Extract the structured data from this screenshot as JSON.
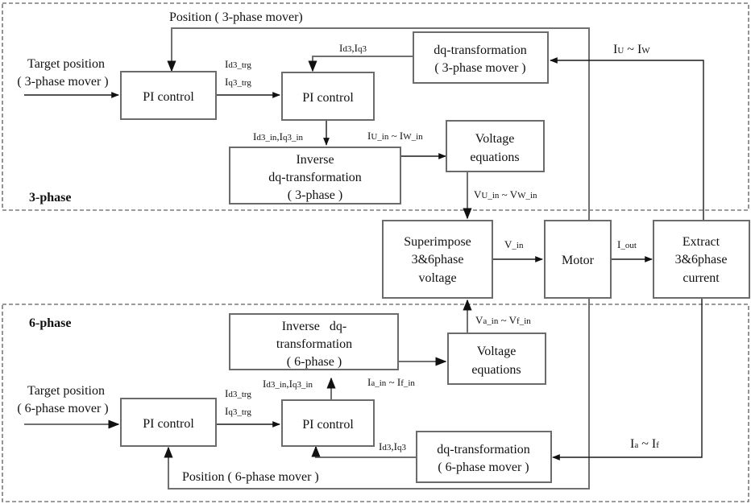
{
  "regions": {
    "three_phase": "3-phase",
    "six_phase": "6-phase"
  },
  "blocks": {
    "pi3_outer": [
      "PI control"
    ],
    "pi3_inner": [
      "PI control"
    ],
    "dq3": [
      "dq-transformation",
      "( 3-phase mover )"
    ],
    "inv_dq3": [
      "Inverse",
      "dq-transformation",
      "( 3-phase )"
    ],
    "volt3": [
      "Voltage",
      "equations"
    ],
    "superimpose": [
      "Superimpose",
      "3&6phase",
      "voltage"
    ],
    "motor": [
      "Motor"
    ],
    "extract": [
      "Extract",
      "3&6phase",
      "current"
    ],
    "inv_dq6": [
      "Inverse   dq-",
      "transformation",
      "( 6-phase )"
    ],
    "volt6": [
      "Voltage",
      "equations"
    ],
    "pi6_outer": [
      "PI control"
    ],
    "pi6_inner": [
      "PI control"
    ],
    "dq6": [
      "dq-transformation",
      "( 6-phase mover )"
    ]
  },
  "signals": {
    "pos3": "Position ( 3-phase mover)",
    "target3": [
      "Target position",
      "( 3-phase mover )"
    ],
    "id3_trg_top": {
      "main": "I",
      "sub": "d3_trg"
    },
    "iq3_trg_top": {
      "main": "I",
      "sub": "q3_trg"
    },
    "idq3_fb_top": {
      "a": "I",
      "a_sub": "d3",
      "sep": ",",
      "b": "I",
      "b_sub": "q3"
    },
    "iu_iw": {
      "a": "I",
      "a_sub": "U",
      "mid": " ~ ",
      "b": "I",
      "b_sub": "W"
    },
    "idq3_in_top": {
      "a": "I",
      "a_sub": "d3_in",
      "sep": ",",
      "b": "I",
      "b_sub": "q3_in"
    },
    "iu_iw_in": {
      "a": "I",
      "a_sub": "U_in",
      "mid": " ~ ",
      "b": "I",
      "b_sub": "W_in"
    },
    "vu_vw_in": {
      "a": "V",
      "a_sub": "U_in",
      "mid": " ~ ",
      "b": "V",
      "b_sub": "W_in"
    },
    "v_in": {
      "main": "V",
      "sub": "_in"
    },
    "i_out": {
      "main": "I",
      "sub": "_out"
    },
    "va_vf_in": {
      "a": "V",
      "a_sub": "a_in",
      "mid": " ~ ",
      "b": "V",
      "b_sub": "f_in"
    },
    "ia_if_in": {
      "a": "I",
      "a_sub": "a_in",
      "mid": " ~ ",
      "b": "I",
      "b_sub": "f_in"
    },
    "idq3_in_bot": {
      "a": "I",
      "a_sub": "d3_in",
      "sep": ",",
      "b": "I",
      "b_sub": "q3_in"
    },
    "target6": [
      "Target position",
      "( 6-phase mover )"
    ],
    "id3_trg_bot": {
      "main": "I",
      "sub": "d3_trg"
    },
    "iq3_trg_bot": {
      "main": "I",
      "sub": "q3_trg"
    },
    "idq3_fb_bot": {
      "a": "I",
      "a_sub": "d3",
      "sep": ",",
      "b": "I",
      "b_sub": "q3"
    },
    "ia_if": {
      "a": "I",
      "a_sub": "a",
      "mid": " ~ ",
      "b": "I",
      "b_sub": "f"
    },
    "pos6": "Position ( 6-phase mover )"
  }
}
